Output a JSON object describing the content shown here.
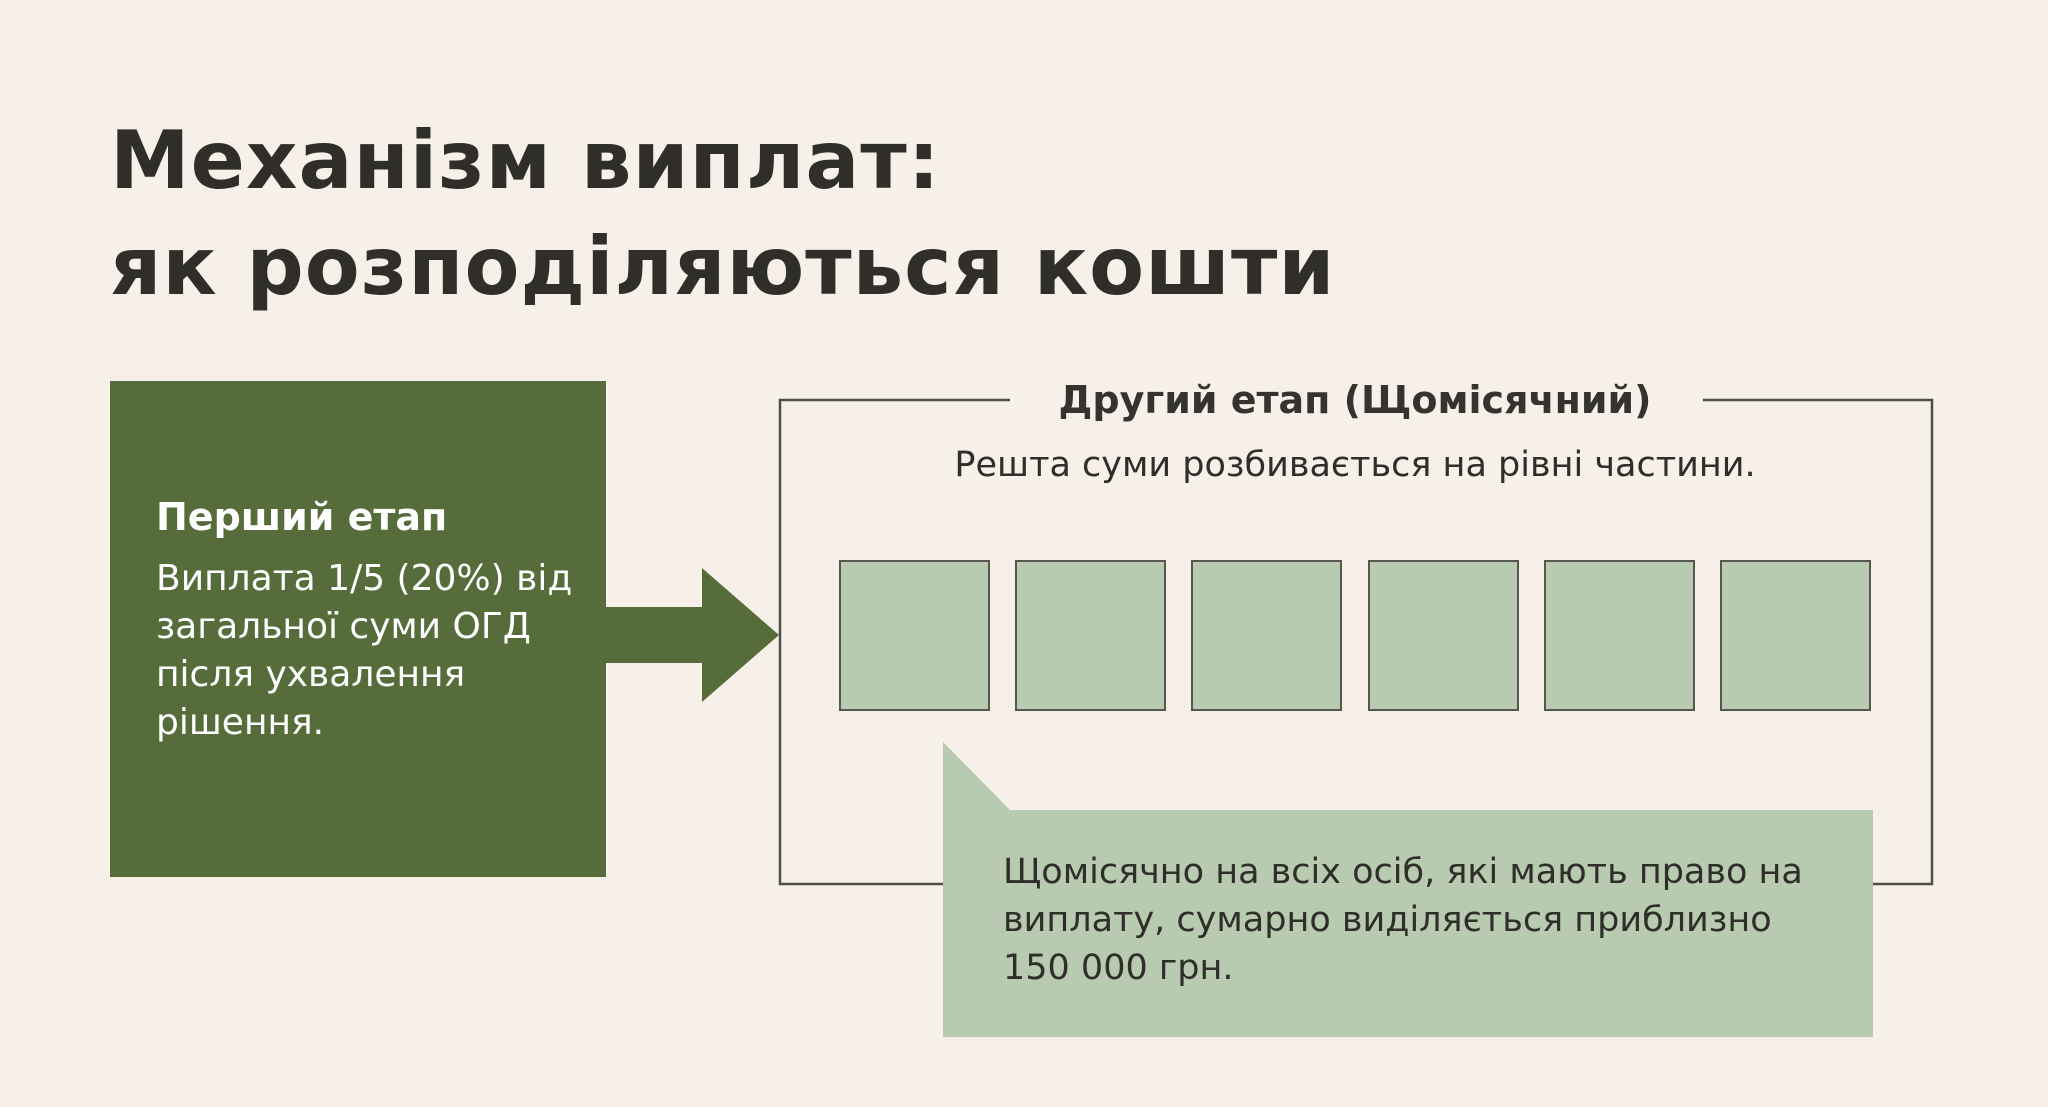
{
  "title": {
    "line1": "Механізм виплат:",
    "line2": "як розподіляються кошти"
  },
  "stage_one": {
    "heading": "Перший етап",
    "description": "Виплата 1/5 (20%) від загальної суми ОГД після ухвалення рішення."
  },
  "stage_two": {
    "heading": "Другий етап (Щомісячний)",
    "subtitle": "Решта суми розбивається на рівні частини.",
    "installment_count": 6
  },
  "callout": {
    "text": "Щомісячно на всіх осіб, які мають право на виплату, сумарно виділяється приблизно 150 000 грн."
  },
  "colors": {
    "background": "#f6f0e8",
    "dark_green": "#566c3a",
    "light_green": "#b8cab0",
    "frame_line": "#4d4d49",
    "text": "#2f2e2b"
  }
}
